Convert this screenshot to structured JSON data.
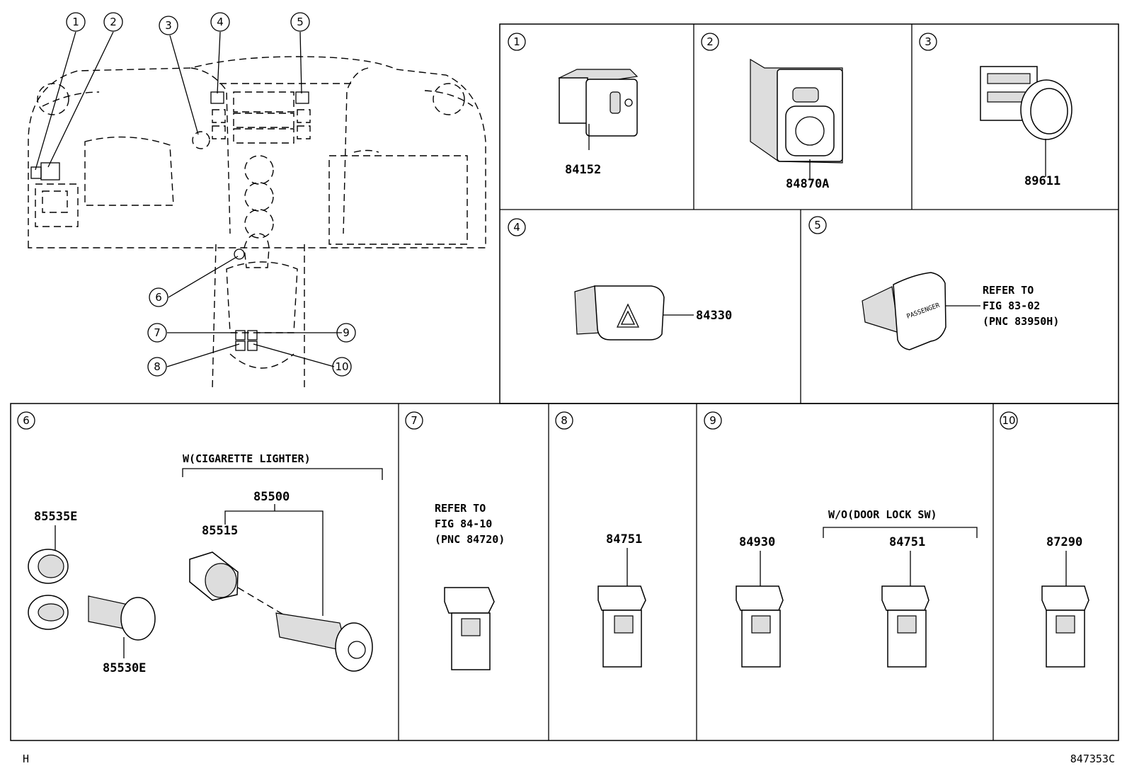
{
  "callouts": [
    "1",
    "2",
    "3",
    "4",
    "5",
    "6",
    "7",
    "8",
    "9",
    "10"
  ],
  "panels": {
    "p1": {
      "num": "1",
      "part": "84152"
    },
    "p2": {
      "num": "2",
      "part": "84870A"
    },
    "p3": {
      "num": "3",
      "part": "89611"
    },
    "p4": {
      "num": "4",
      "part": "84330"
    },
    "p5": {
      "num": "5",
      "ref": [
        "REFER TO",
        "FIG 83-02",
        "(PNC 83950H)"
      ],
      "button_text": "PASSENGER"
    },
    "p6": {
      "num": "6",
      "group": "W(CIGARETTE LIGHTER)",
      "parts": [
        "85535E",
        "85530E",
        "85500",
        "85515"
      ]
    },
    "p7": {
      "num": "7",
      "ref": [
        "REFER TO",
        "FIG 84-10",
        "(PNC 84720)"
      ]
    },
    "p8": {
      "num": "8",
      "part": "84751"
    },
    "p9": {
      "num": "9",
      "group": "W/O(DOOR LOCK SW)",
      "parts": [
        "84930",
        "84751"
      ]
    },
    "p10": {
      "num": "10",
      "part": "87290"
    }
  },
  "footer": {
    "left": "H",
    "right": "847353C"
  }
}
